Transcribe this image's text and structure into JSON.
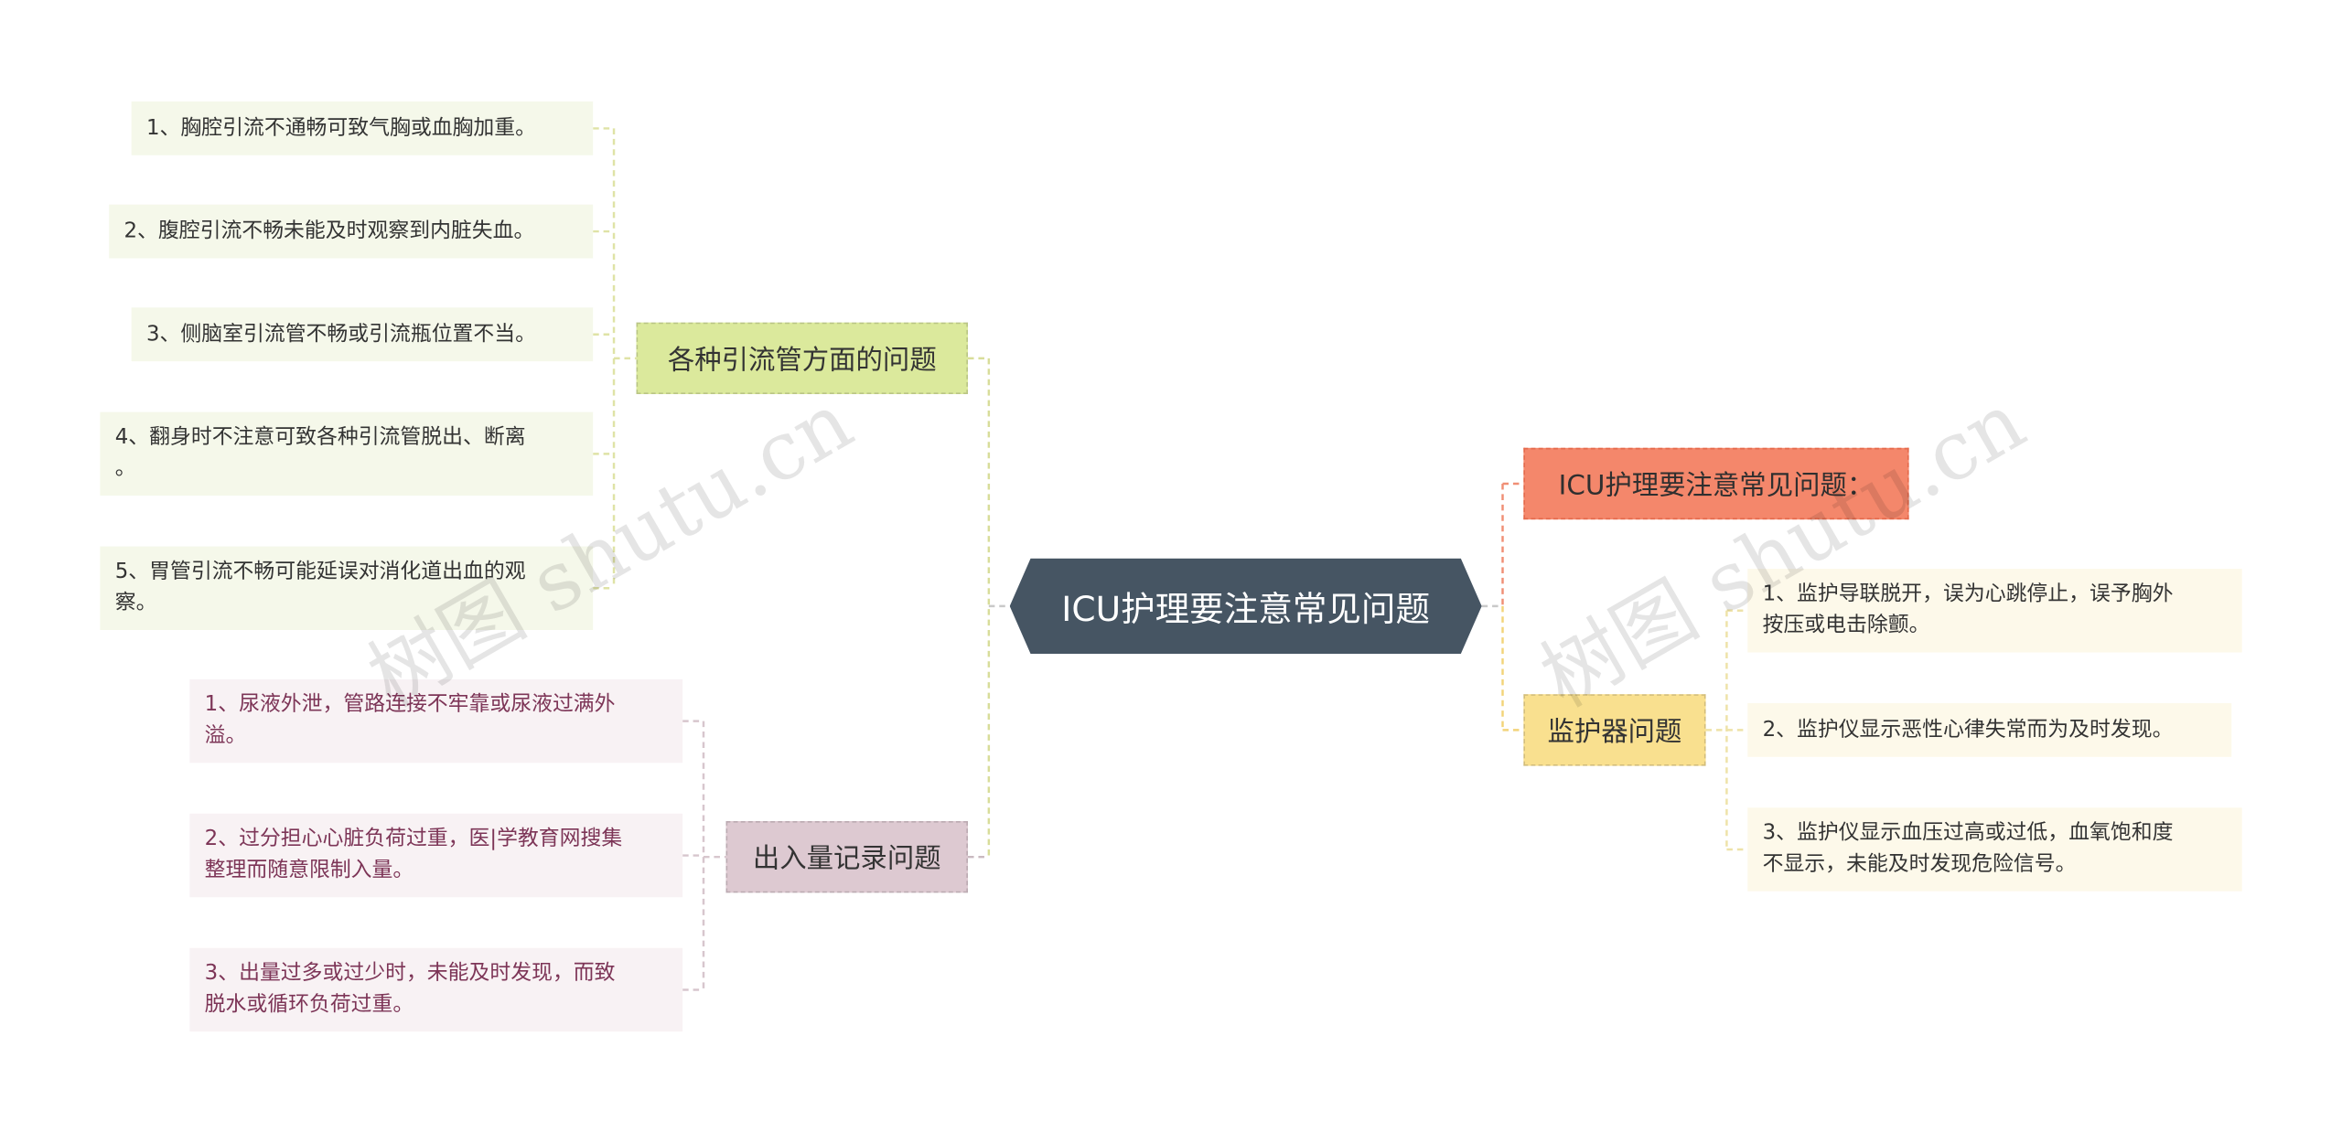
{
  "root": {
    "label": "ICU护理要注意常见问题"
  },
  "left_branches": [
    {
      "label": "各种引流管方面的问题",
      "color": "#dbe99c",
      "children": [
        "1、胸腔引流不通畅可致气胸或血胸加重。",
        "2、腹腔引流不畅未能及时观察到内脏失血。",
        "3、侧脑室引流管不畅或引流瓶位置不当。",
        [
          "4、翻身时不注意可致各种引流管脱出、断离",
          "。"
        ],
        [
          "5、胃管引流不畅可能延误对消化道出血的观",
          "察。"
        ]
      ]
    },
    {
      "label": "出入量记录问题",
      "color": "#ddc9d1",
      "children": [
        [
          "1、尿液外泄，管路连接不牢靠或尿液过满外",
          "溢。"
        ],
        [
          "2、过分担心心脏负荷过重，医|学教育网搜集",
          "整理而随意限制入量。"
        ],
        [
          "3、出量过多或过少时，未能及时发现，而致",
          "脱水或循环负荷过重。"
        ]
      ]
    }
  ],
  "right_branches": [
    {
      "label": "ICU护理要注意常见问题：",
      "color": "#f4876b",
      "children": []
    },
    {
      "label": "监护器问题",
      "color": "#f9e08f",
      "children": [
        [
          "1、监护导联脱开，误为心跳停止，误予胸外",
          "按压或电击除颤。"
        ],
        "2、监护仪显示恶性心律失常而为及时发现。",
        [
          "3、监护仪显示血压过高或过低，血氧饱和度",
          "不显示，未能及时发现危险信号。"
        ]
      ]
    }
  ],
  "watermarks": [
    "树图 shutu.cn",
    "树图 shutu.cn"
  ]
}
